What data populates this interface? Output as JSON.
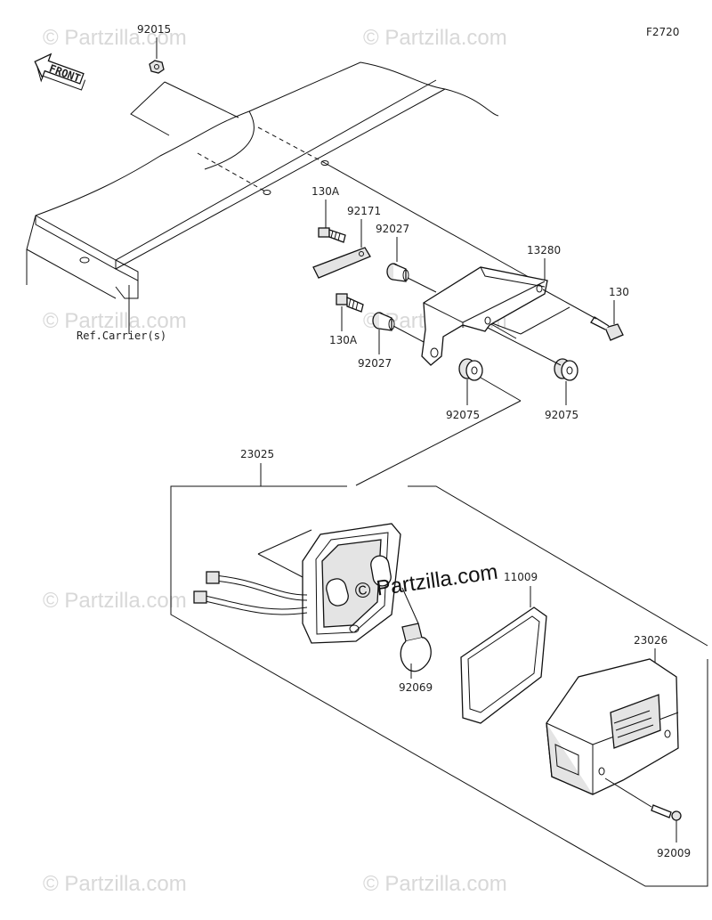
{
  "diagram": {
    "figure_code": "F2720",
    "front_label": "FRONT",
    "ref_label": "Ref.Carrier(s)",
    "watermark_text": "© Partzilla.com",
    "center_watermark_text": "© Partzilla.com",
    "callouts": {
      "p92015": "92015",
      "p130a_top": "130A",
      "p92171": "92171",
      "p92027_top": "92027",
      "p13280": "13280",
      "p130": "130",
      "p130a_bottom": "130A",
      "p92027_bottom": "92027",
      "p92075_left": "92075",
      "p92075_right": "92075",
      "p23025": "23025",
      "p11009": "11009",
      "p92069": "92069",
      "p23026": "23026",
      "p92009": "92009"
    }
  }
}
